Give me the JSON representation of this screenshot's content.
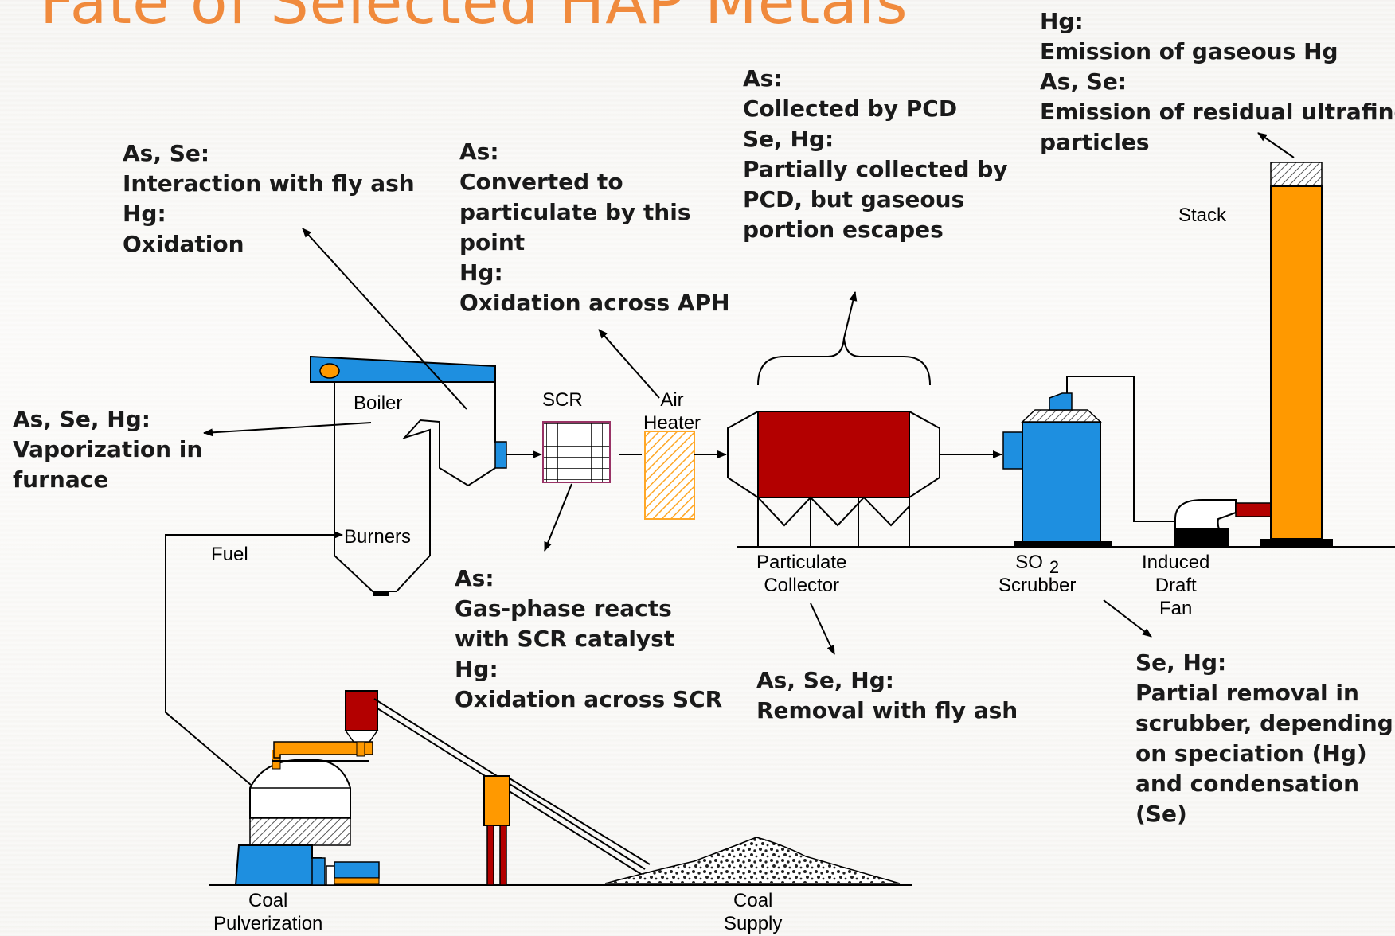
{
  "title": "Fate of Selected HAP Metals",
  "notes": {
    "stack_top": [
      "Hg:",
      "Emission of gaseous Hg",
      "As, Se:",
      "Emission of residual ultrafine",
      "particles"
    ],
    "pcd_top": [
      "As:",
      "Collected by PCD",
      "Se, Hg:",
      "Partially collected by",
      "PCD, but gaseous",
      "portion escapes"
    ],
    "boiler_top": [
      "As, Se:",
      "Interaction with fly ash",
      "Hg:",
      "Oxidation"
    ],
    "aph_top": [
      "As:",
      "Converted to",
      "particulate by this",
      "point",
      "Hg:",
      "Oxidation across APH"
    ],
    "furnace": [
      "As, Se, Hg:",
      "Vaporization in",
      "furnace"
    ],
    "scr_bottom": [
      "As:",
      "Gas-phase reacts",
      "with SCR catalyst",
      "Hg:",
      "Oxidation across SCR"
    ],
    "flyash": [
      "As, Se, Hg:",
      "Removal with fly ash"
    ],
    "scrubber": [
      "Se, Hg:",
      "Partial removal in",
      "scrubber, depending",
      "on speciation (Hg)",
      "and condensation",
      "(Se)"
    ]
  },
  "labels": {
    "stack": "Stack",
    "boiler": "Boiler",
    "scr": "SCR",
    "air_heater": [
      "Air",
      "Heater"
    ],
    "burners": "Burners",
    "fuel": "Fuel",
    "particulate_collector": [
      "Particulate",
      "Collector"
    ],
    "so2": "SO",
    "so2_sub": "2",
    "scrubber": "Scrubber",
    "fan": [
      "Induced",
      "Draft",
      "Fan"
    ],
    "coal_pulverization": [
      "Coal",
      "Pulverization"
    ],
    "coal_supply": [
      "Coal",
      "Supply"
    ]
  },
  "colors": {
    "title": "#f08a3c",
    "boiler_blue": "#1e8fe0",
    "orange": "#ff9900",
    "dark_red": "#b30000",
    "scr_grid": "#993366"
  }
}
